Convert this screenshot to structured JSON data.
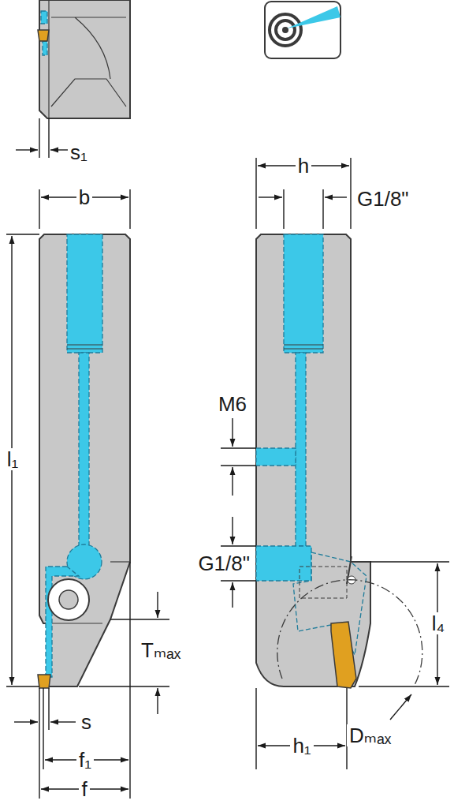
{
  "diagram": {
    "labels": [
      "s₁",
      "b",
      "h",
      "G1/8\"",
      "l₁",
      "M6",
      "G1/8\"",
      "Tₘₐₓ",
      "l₄",
      "s",
      "f₁",
      "f",
      "h₁",
      "Dₘₐₓ"
    ]
  }
}
